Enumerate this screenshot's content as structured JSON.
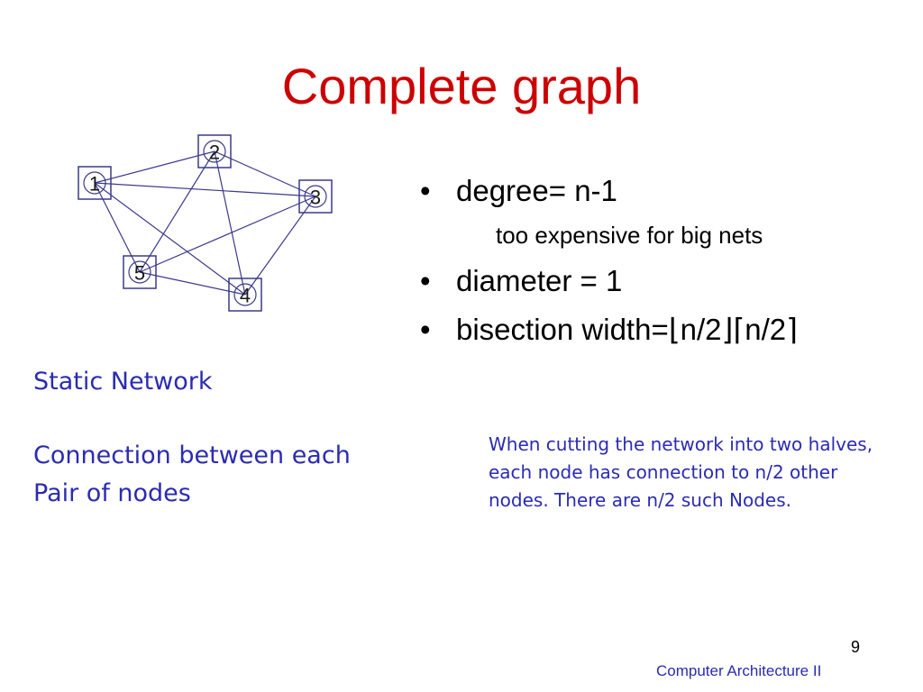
{
  "slide": {
    "title": "Complete graph",
    "page_number": "9",
    "footer": "Computer Architecture II"
  },
  "graph": {
    "nodes": [
      {
        "id": "1"
      },
      {
        "id": "2"
      },
      {
        "id": "3"
      },
      {
        "id": "4"
      },
      {
        "id": "5"
      }
    ],
    "edges": [
      [
        "1",
        "2"
      ],
      [
        "1",
        "3"
      ],
      [
        "1",
        "4"
      ],
      [
        "1",
        "5"
      ],
      [
        "2",
        "3"
      ],
      [
        "2",
        "4"
      ],
      [
        "2",
        "5"
      ],
      [
        "3",
        "4"
      ],
      [
        "3",
        "5"
      ],
      [
        "4",
        "5"
      ]
    ]
  },
  "bullets": [
    {
      "text": "degree= n-1",
      "sub": "too expensive for big nets"
    },
    {
      "text": "diameter = 1"
    },
    {
      "text": "bisection width=⌊n/2⌋⌈n/2⌉"
    }
  ],
  "left_note": {
    "line1": "Static Network",
    "line2": "Connection between each",
    "line3": "Pair of nodes"
  },
  "right_note": {
    "text": "When cutting the network into two halves, each node has connection to n/2 other nodes. There are n/2 such Nodes."
  }
}
